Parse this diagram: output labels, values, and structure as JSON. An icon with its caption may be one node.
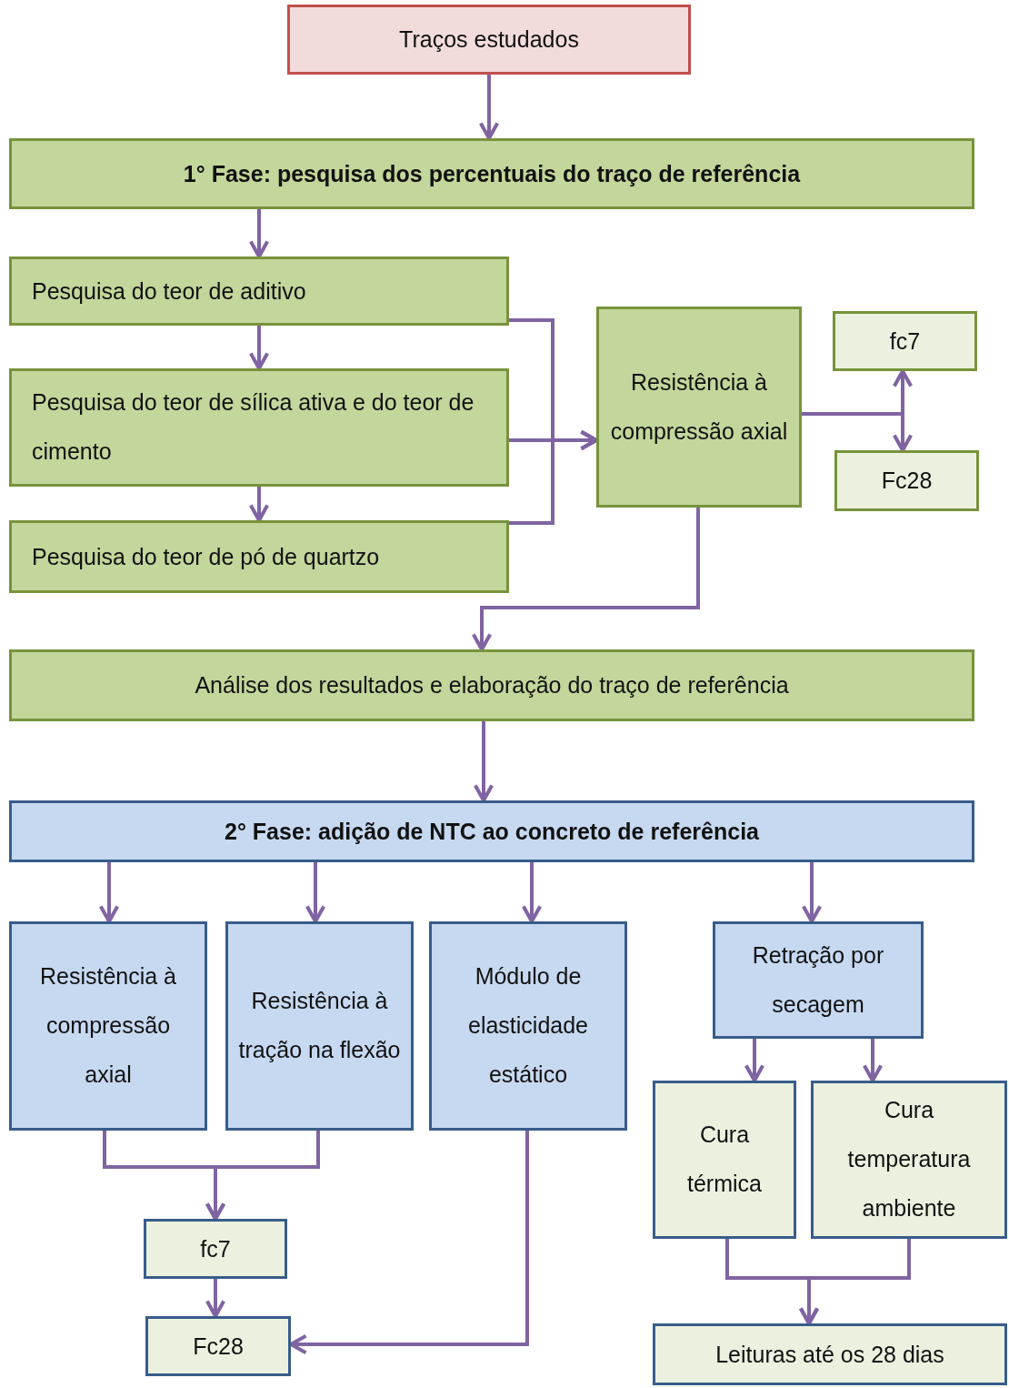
{
  "diagram": {
    "nodes": [
      {
        "text": [
          "Traços estudados"
        ]
      },
      {
        "text": [
          "1° Fase: pesquisa dos percentuais do traço de referência"
        ]
      },
      {
        "text": [
          "Pesquisa do teor de aditivo"
        ]
      },
      {
        "text": [
          "Pesquisa do teor de sílica ativa e do teor de cimento"
        ]
      },
      {
        "text": [
          "Pesquisa do teor de pó de quartzo"
        ]
      },
      {
        "text": [
          "Resistência à compressão axial"
        ]
      },
      {
        "text": [
          "fc7"
        ]
      },
      {
        "text": [
          "Fc28"
        ]
      },
      {
        "text": [
          "Análise dos resultados e elaboração do traço de referência"
        ]
      },
      {
        "text": [
          "2° Fase: adição de NTC ao concreto de referência"
        ]
      },
      {
        "text": [
          "Resistência à compressão axial"
        ]
      },
      {
        "text": [
          "Resistência à tração na flexão"
        ]
      },
      {
        "text": [
          "Módulo de elasticidade estático"
        ]
      },
      {
        "text": [
          "Retração por secagem"
        ]
      },
      {
        "text": [
          "Cura térmica"
        ]
      },
      {
        "text": [
          "Cura temperatura ambiente"
        ]
      },
      {
        "text": [
          "fc7"
        ]
      },
      {
        "text": [
          "Fc28"
        ]
      },
      {
        "text": [
          "Leituras até os 28 dias"
        ]
      }
    ],
    "edges": [
      {
        "from": 0,
        "to": 1,
        "arrow": "to"
      },
      {
        "from": 1,
        "to": 2,
        "arrow": "to"
      },
      {
        "from": 2,
        "to": 3,
        "arrow": "to"
      },
      {
        "from": 3,
        "to": 4,
        "arrow": "to"
      },
      {
        "from": 2,
        "to": 5,
        "arrow": "to"
      },
      {
        "from": 3,
        "to": 5,
        "arrow": "to"
      },
      {
        "from": 4,
        "to": 5,
        "arrow": "to"
      },
      {
        "from": 5,
        "to": 6,
        "arrow": "to"
      },
      {
        "from": 5,
        "to": 7,
        "arrow": "to"
      },
      {
        "from": 5,
        "to": 8,
        "arrow": "to"
      },
      {
        "from": 8,
        "to": 9,
        "arrow": "to"
      },
      {
        "from": 9,
        "to": 10,
        "arrow": "to"
      },
      {
        "from": 9,
        "to": 11,
        "arrow": "to"
      },
      {
        "from": 9,
        "to": 12,
        "arrow": "to"
      },
      {
        "from": 9,
        "to": 13,
        "arrow": "to"
      },
      {
        "from": 13,
        "to": 14,
        "arrow": "to"
      },
      {
        "from": 13,
        "to": 15,
        "arrow": "to"
      },
      {
        "from": 10,
        "to": 16,
        "arrow": "to"
      },
      {
        "from": 11,
        "to": 16,
        "arrow": "to"
      },
      {
        "from": 16,
        "to": 17,
        "arrow": "to"
      },
      {
        "from": 12,
        "to": 17,
        "arrow": "to"
      },
      {
        "from": 14,
        "to": 18,
        "arrow": "to"
      },
      {
        "from": 15,
        "to": 18,
        "arrow": "to"
      }
    ]
  }
}
